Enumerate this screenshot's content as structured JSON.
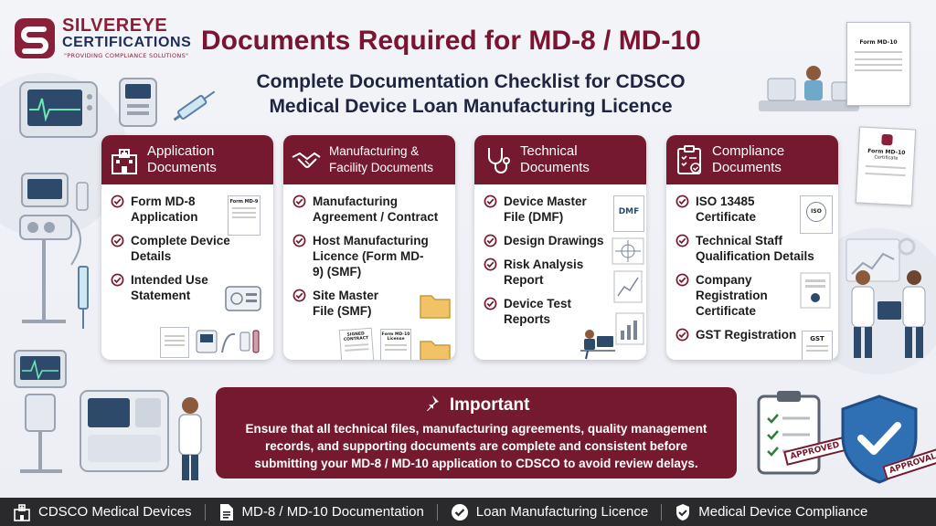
{
  "brand": {
    "name_line1": "SILVEREYE",
    "name_line2": "CERTIFICATIONS",
    "tagline": "\"PROVIDING COMPLIANCE SOLUTIONS\"",
    "colors": {
      "maroon": "#74192e",
      "navy": "#1f2d5c",
      "footer": "#2a2a2c"
    }
  },
  "header": {
    "title": "Documents Required for MD-8 / MD-10",
    "subtitle_line1": "Complete Documentation Checklist for CDSCO",
    "subtitle_line2": "Medical Device Loan Manufacturing Licence"
  },
  "cards": [
    {
      "icon": "hospital-icon",
      "title_line1": "Application",
      "title_line2": "Documents",
      "items": [
        "Form MD-8 Application",
        "Complete Device Details",
        "Intended Use Statement"
      ],
      "thumb_labels": [
        "Form MD-9"
      ]
    },
    {
      "icon": "handshake-icon",
      "title_line1": "Manufacturing &",
      "title_line2": "Facility Documents",
      "items": [
        "Manufacturing Agreement / Contract",
        "Host Manufacturing Licence (Form MD-9) (SMF)",
        "Site Master File (SMF)"
      ],
      "thumb_labels": [
        "SIGNED CONTRACT",
        "Form MD-10 License"
      ]
    },
    {
      "icon": "stethoscope-icon",
      "title_line1": "Technical",
      "title_line2": "Documents",
      "items": [
        "Device Master File (DMF)",
        "Design Drawings",
        "Risk Analysis Report",
        "Device Test Reports"
      ],
      "thumb_labels": [
        "DMF"
      ]
    },
    {
      "icon": "clipboard-check-icon",
      "title_line1": "Compliance",
      "title_line2": "Documents",
      "items": [
        "ISO 13485 Certificate",
        "Technical Staff Qualification Details",
        "Company Registration Certificate",
        "GST Registration"
      ],
      "thumb_labels": [
        "ISO",
        "GST"
      ]
    }
  ],
  "important": {
    "title": "Important",
    "line1": "Ensure that all technical files, manufacturing agreements, quality management",
    "line2": "records, and supporting documents are complete and consistent before",
    "line3": "submitting your MD-8 / MD-10 application to CDSCO to avoid review delays."
  },
  "decor": {
    "certificate_top": "Form MD-10",
    "certificate_side": "Form MD-10",
    "certificate_side_sub": "Certificate",
    "stamp_approved": "APPROVED",
    "stamp_approval": "APPROVAL"
  },
  "footer": [
    {
      "icon": "hospital-icon",
      "label": "CDSCO Medical Devices"
    },
    {
      "icon": "document-icon",
      "label": "MD-8 / MD-10 Documentation"
    },
    {
      "icon": "check-circle-icon",
      "label": "Loan Manufacturing Licence"
    },
    {
      "icon": "shield-check-icon",
      "label": "Medical Device Compliance"
    }
  ]
}
